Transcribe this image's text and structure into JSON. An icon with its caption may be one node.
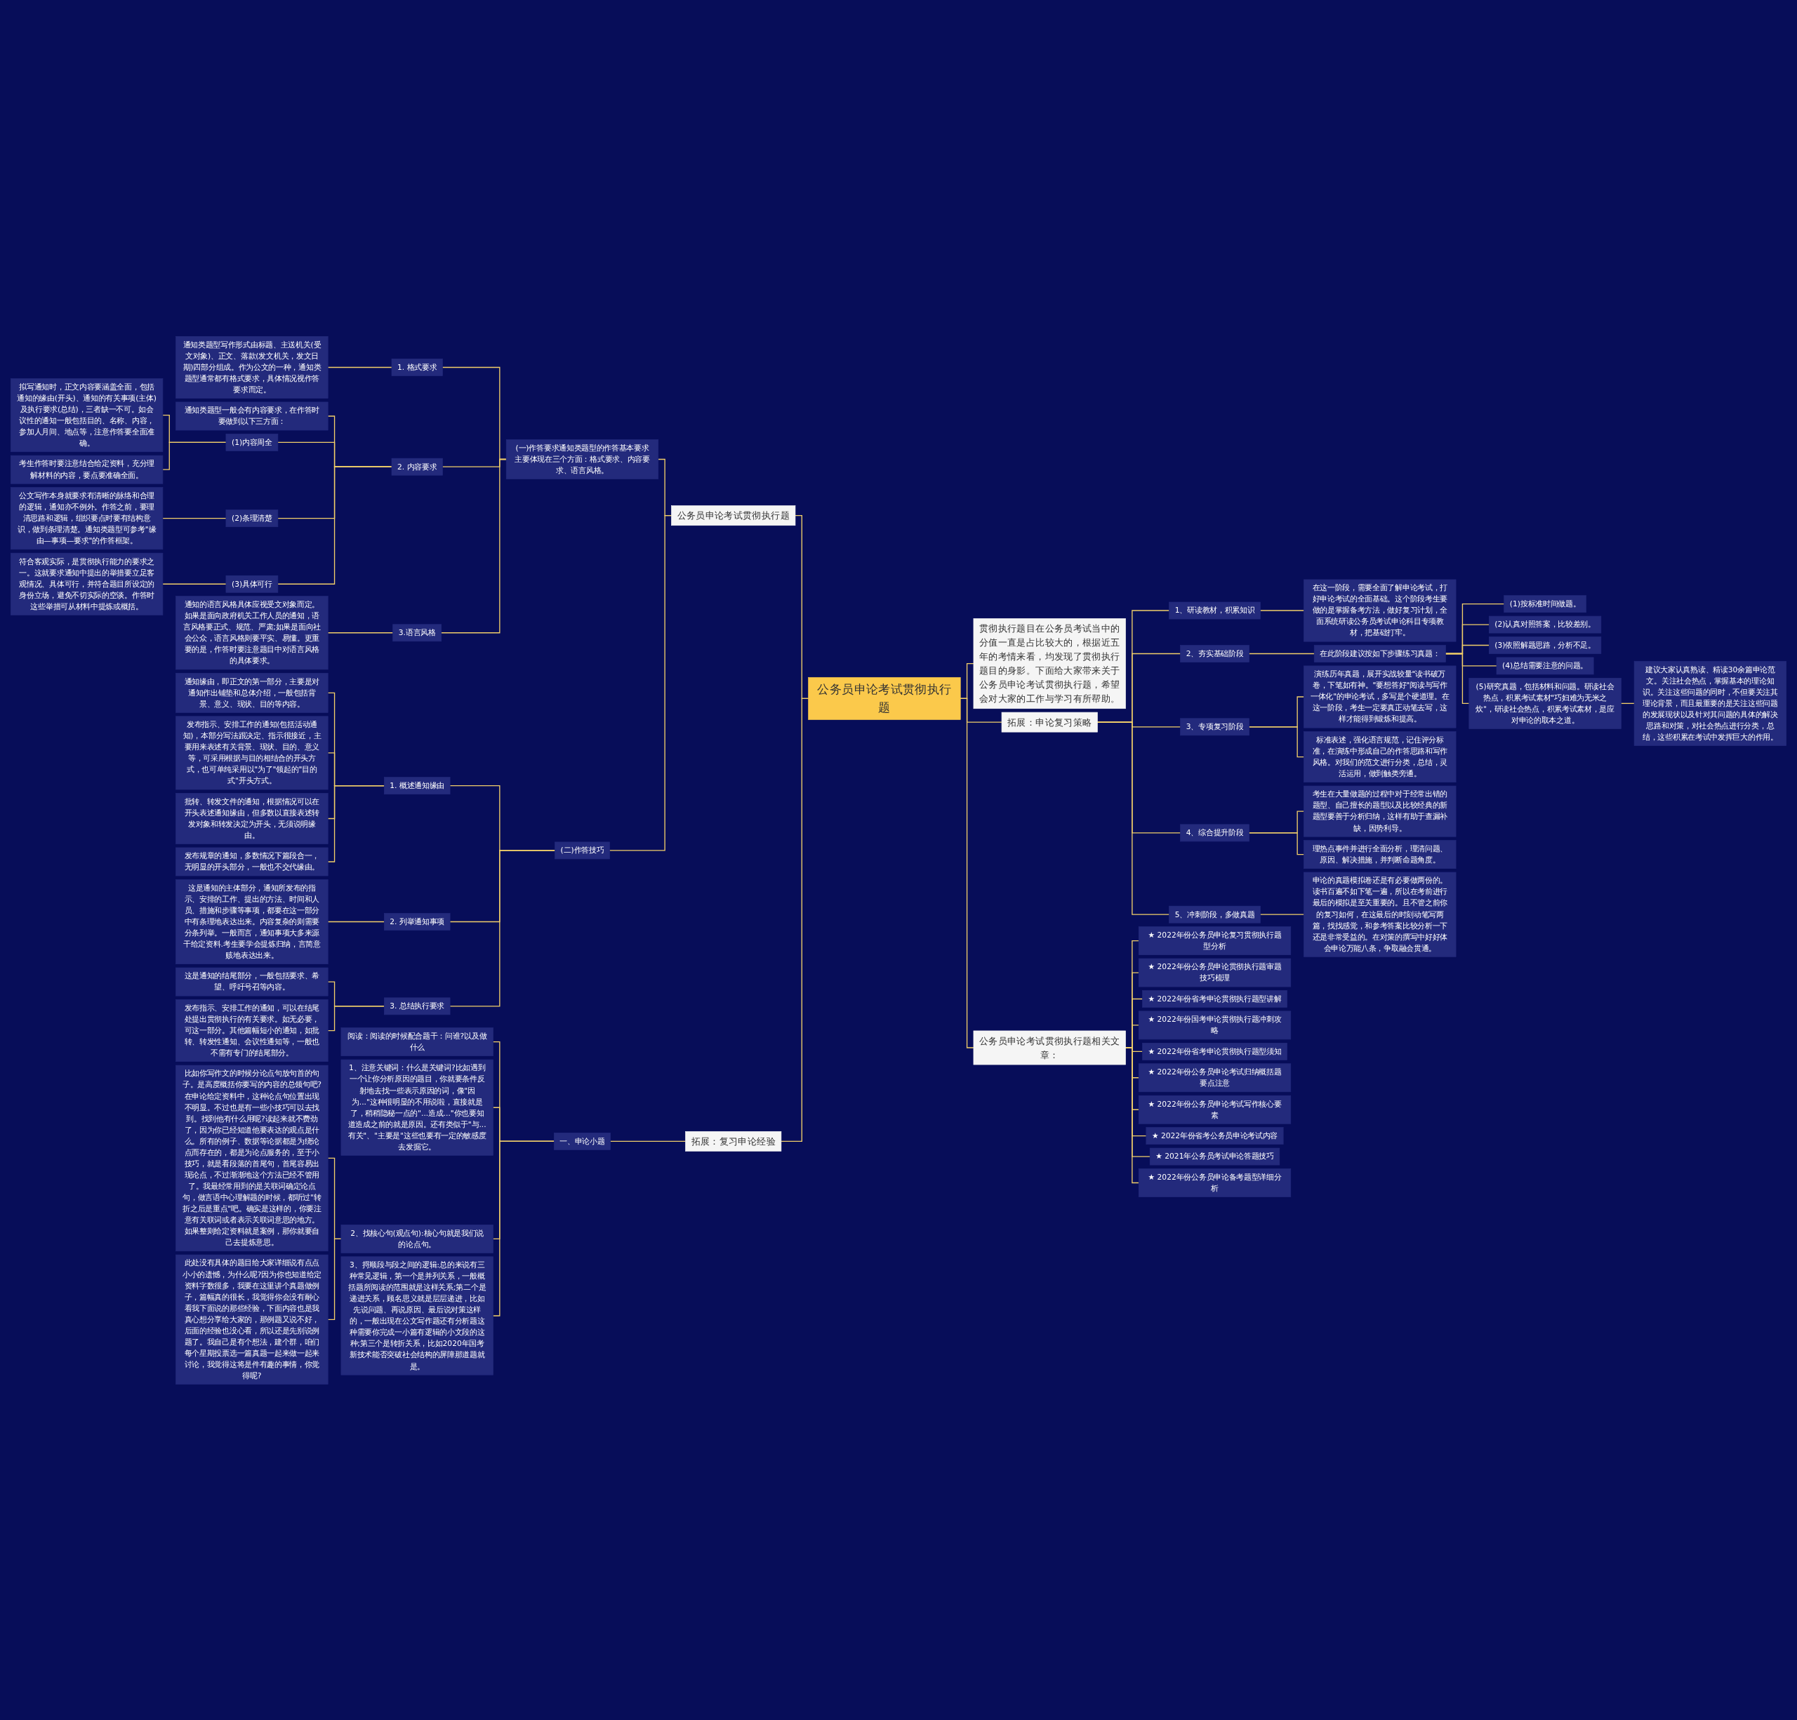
{
  "diagram": {
    "nodes": [
      {
        "text": [
          "公务员申论考试贯彻执行题"
        ]
      },
      {
        "text": [
          "公务员申论考试贯彻执行题"
        ]
      },
      {
        "text": [
          "(一)作答要求通知类题型的作答基本要求主要体现在三个方面：格式要求、内容要求、语言风格。"
        ]
      },
      {
        "text": [
          "1. 格式要求"
        ]
      },
      {
        "text": [
          "通知类题型写作形式由标题、主送机关(受文对象)、正文、落款(发文机关，发文日期)四部分组成。作为公文的一种，通知类题型通常都有格式要求，具体情况视作答要求而定。"
        ]
      },
      {
        "text": [
          "2. 内容要求"
        ]
      },
      {
        "text": [
          "通知类题型一般会有内容要求，在作答时要做到以下三方面："
        ]
      },
      {
        "text": [
          "(1)内容周全"
        ]
      },
      {
        "text": [
          "拟写通知时，正文内容要涵盖全面，包括通知的缘由(开头)、通知的有关事项(主体)及执行要求(总结)，三者缺一不可。如会议性的通知一般包括目的、名称、内容，参加人月间、地点等，注意作答要全面准确。"
        ]
      },
      {
        "text": [
          "考生作答时要注意结合给定资料，充分理解材料的内容，要点要准确全面。"
        ]
      },
      {
        "text": [
          "(2)条理清楚"
        ]
      },
      {
        "text": [
          "公文写作本身就要求有清晰的脉络和合理的逻辑，通知亦不例外。作答之前，要理清思路和逻辑，组织要点时要有结构意识，做到条理清楚。通知类题型可参考\"缘由—事项—要求\"的作答框架。"
        ]
      },
      {
        "text": [
          "(3)具体可行"
        ]
      },
      {
        "text": [
          "符合客观实际，是贯彻执行能力的要求之一。这就要求通知中提出的举措要立足客观情况、具体可行，并符合题目所设定的身份立场，避免不切实际的空谈。作答时这些举措可从材料中提炼或概括。"
        ]
      },
      {
        "text": [
          "3.语言风格"
        ]
      },
      {
        "text": [
          "通知的语言风格具体应视受文对象而定。如果是面向政府机关工作人员的通知，语言风格要正式、规范、严肃;如果是面向社会公众，语言风格则要平实、易懂。更重要的是，作答时要注意题目中对语言风格的具体要求。"
        ]
      },
      {
        "text": [
          "(二)作答技巧"
        ]
      },
      {
        "text": [
          "1. 概述通知缘由"
        ]
      },
      {
        "text": [
          "通知缘由，即正文的第一部分，主要是对通知作出铺垫和总体介绍，一般包括背景、意义、现状、目的等内容。"
        ]
      },
      {
        "text": [
          "发布指示、安排工作的通知(包括活动通知)，本部分写法跟决定、指示很接近，主要用来表述有关背景、现状、目的、意义等，可采用根据与目的相结合的开头方式，也可单纯采用以\"为了\"领起的\"目的式\"开头方式。"
        ]
      },
      {
        "text": [
          "批转、转发文件的通知，根据情况可以在开头表述通知缘由，但多数以直接表述转发对象和转发决定为开头，无须说明缘由。"
        ]
      },
      {
        "text": [
          "发布规章的通知，多数情况下篇段合一，无明显的开头部分，一般也不交代缘由。"
        ]
      },
      {
        "text": [
          "2. 列举通知事项"
        ]
      },
      {
        "text": [
          "这是通知的主体部分，通知所发布的指示、安排的工作、提出的方法、时间和人员、措施和步骤等事项，都要在这一部分中有条理地表达出来。内容复杂的则需要分条列举。一般而言，通知事项大多来源干给定资料.考生要学会提炼归纳，言简意赅地表达出来。"
        ]
      },
      {
        "text": [
          "3. 总结执行要求"
        ]
      },
      {
        "text": [
          "这是通知的结尾部分，一般包括要求、希望、呼吁号召等内容。"
        ]
      },
      {
        "text": [
          "发布指示、安排工作的通知，可以在结尾处提出贯彻执行的有关要求。如无必要，可这一部分。其他篇幅短小的通知，如批转、转发性通知、会议性通知等，一般也不需有专门的结尾部分。"
        ]
      },
      {
        "text": [
          "拓展：复习申论经验"
        ]
      },
      {
        "text": [
          "一、申论小题"
        ]
      },
      {
        "text": [
          "阅读：阅读的时候配合题干：问谁?以及做什么"
        ]
      },
      {
        "text": [
          "1、注意关键词：什么是关键词?比如遇到一个让你分析原因的题目，你就要条件反射地去找一些表示原因的词，像\"因为...\"这种很明显的不用说啦，直接就是了，稍稍隐秘一点的\"...造成...\"你也要知道造成之前的就是原因。还有类似于\"与...有关\"、\"主要是\"这些也要有一定的敏感度去发掘它。"
        ]
      },
      {
        "text": [
          "2、找核心句(观点句):核心句就是我们说的论点句。"
        ]
      },
      {
        "text": [
          "比如你写作文的时候分论点句放句首的句子。是高度概括你要写的内容的总领句吧?在申论给定资料中，这种论点句位置出现不明显。不过也是有一些小技巧可以去找到。找到他有什么用呢?读起来就不费劲了，因为你已经知道他要表达的观点是什么。所有的例子、数据等论据都是为绕论点而存在的，都是为论点服务的，至于小技巧，就是看段落的首尾句，首尾容易出现论点，不过渐渐地这个方法已经不管用了。我最经常用到的是关联词确定论点句，做言语中心理解题的时候，都听过\"转折之后是重点\"吧。确实是这样的，你要注意有关联词或者表示关联词意思的地方。如果整则给定资料就是案例，那你就要自己去提炼意思。"
        ]
      },
      {
        "text": [
          "此处没有具体的题目给大家详细说有点点小小的遗憾，为什么呢?因为你也知道给定资料字数很多，我要在这里讲个真题做例子，篇幅真的很长，我觉得你会没有耐心看我下面说的那些经验，下面内容也是我真心想分享给大家的，那例题又说不好，后面的经验也没心看，所以还是先别说例题了。我自己是有个想法，建个群，咱们每个星期投票选一篇真题一起来做一起来讨论，我觉得这将是件有趣的事情，你觉得呢?"
        ]
      },
      {
        "text": [
          "3、捋顺段与段之间的逻辑:总的来说有三种常见逻辑，第一个是并列关系，一般概括题所阅读的范围就是这样关系;第二个是递进关系，顾名思义就是层层递进，比如先说问题、再说原因、最后说对策这样的，一般出现在公文写作题还有分析题这种需要你完成一小篇有逻辑的小文段的这种;第三个是转折关系，比如2020年国考新技术能否突破社会结构的屏障那道题就是。"
        ]
      },
      {
        "text": [
          "贯彻执行题目在公务员考试当中的分值一直是占比较大的，根据近五年的考情来看，均发现了贯彻执行题目的身影。下面给大家带来关于公务员申论考试贯彻执行题，希望会对大家的工作与学习有所帮助。"
        ]
      },
      {
        "text": [
          "拓展：申论复习策略"
        ]
      },
      {
        "text": [
          "1、研读教材，积累知识"
        ]
      },
      {
        "text": [
          "在这一阶段，需要全面了解申论考试，打好申论考试的全面基础。这个阶段考生要做的是掌握备考方法，做好复习计划，全面系统研读公务员考试申论科目专项教材，把基础打牢。"
        ]
      },
      {
        "text": [
          "2、夯实基础阶段"
        ]
      },
      {
        "text": [
          "在此阶段建议按如下步骤练习真题："
        ]
      },
      {
        "text": [
          "(1)按标准时间做题。"
        ]
      },
      {
        "text": [
          "(2)认真对照答案，比较差别。"
        ]
      },
      {
        "text": [
          "(3)依照解题思路，分析不足。"
        ]
      },
      {
        "text": [
          "(4)总结需要注意的问题。"
        ]
      },
      {
        "text": [
          "(5)研究真题，包括材料和问题。研读社会热点，积累考试素材\"巧妇难为无米之炊\"，研读社会热点，积累考试素材，是应对申论的取本之道。"
        ]
      },
      {
        "text": [
          "建议大家认真熟读、精读30余篇申论范文。关注社会热点，掌握基本的理论知识。关注这些问题的同时，不但要关注其理论背景，而且最重要的是关注这些问题的发展现状以及针对其问题的具体的解决思路和对策，对社会热点进行分类，总结，这些积累在考试中发挥巨大的作用。"
        ]
      },
      {
        "text": [
          "3、专项复习阶段"
        ]
      },
      {
        "text": [
          "演练历年真题，展开实战较量\"读书破万卷，下笔如有神。\"要想答好\"阅读与写作一体化\"的申论考试，多写是个硬道理。在这一阶段，考生一定要真正动笔去写，这样才能得到锻炼和提高。"
        ]
      },
      {
        "text": [
          "标准表述，强化语言规范，记住评分标准，在演练中形成自己的作答思路和写作风格。对我们的范文进行分类，总结，灵活运用，做到触类旁通。"
        ]
      },
      {
        "text": [
          "4、综合提升阶段"
        ]
      },
      {
        "text": [
          "考生在大量做题的过程中对于经常出错的题型、自己擅长的题型以及比较经典的新题型要善于分析归纳，这样有助于查漏补缺，因势利导。"
        ]
      },
      {
        "text": [
          "理热点事件并进行全面分析，理清问题、原因、解决措施，并判断命题角度。"
        ]
      },
      {
        "text": [
          "5、冲刺阶段，多做真题"
        ]
      },
      {
        "text": [
          "申论的真题模拟卷还是有必要做两份的。读书百遍不如下笔一遍，所以在考前进行最后的模拟是至关重要的。且不管之前你的复习如何，在这最后的时刻动笔写两篇，找找感觉，和参考答案比较分析一下还是非常受益的。在对策的撰写中好好体会申论万能八条，争取融会贯通。"
        ]
      },
      {
        "text": [
          "公务员申论考试贯彻执行题相关文章："
        ]
      },
      {
        "text": [
          "★ 2022年份公务员申论复习贯彻执行题型分析"
        ]
      },
      {
        "text": [
          "★ 2022年份公务员申论贯彻执行题审题技巧梳理"
        ]
      },
      {
        "text": [
          "★ 2022年份省考申论贯彻执行题型讲解"
        ]
      },
      {
        "text": [
          "★ 2022年份国考申论贯彻执行题冲刺攻略"
        ]
      },
      {
        "text": [
          "★ 2022年份省考申论贯彻执行题型须知"
        ]
      },
      {
        "text": [
          "★ 2022年份公务员申论考试归纳概括题要点注意"
        ]
      },
      {
        "text": [
          "★ 2022年份公务员申论考试写作核心要素"
        ]
      },
      {
        "text": [
          "★ 2022年份省考公务员申论考试内容"
        ]
      },
      {
        "text": [
          "★ 2021年公务员考试申论答题技巧"
        ]
      },
      {
        "text": [
          "★ 2022年份公务员申论备考题型详细分析"
        ]
      }
    ],
    "edges": [
      {
        "from": 1,
        "to": 0,
        "arrow": "none"
      },
      {
        "from": 2,
        "to": 1,
        "arrow": "none"
      },
      {
        "from": 3,
        "to": 2,
        "arrow": "none"
      },
      {
        "from": 4,
        "to": 3,
        "arrow": "none"
      },
      {
        "from": 5,
        "to": 2,
        "arrow": "none"
      },
      {
        "from": 6,
        "to": 5,
        "arrow": "none"
      },
      {
        "from": 7,
        "to": 5,
        "arrow": "none"
      },
      {
        "from": 8,
        "to": 7,
        "arrow": "none"
      },
      {
        "from": 9,
        "to": 7,
        "arrow": "none"
      },
      {
        "from": 10,
        "to": 5,
        "arrow": "none"
      },
      {
        "from": 11,
        "to": 10,
        "arrow": "none"
      },
      {
        "from": 12,
        "to": 5,
        "arrow": "none"
      },
      {
        "from": 13,
        "to": 12,
        "arrow": "none"
      },
      {
        "from": 14,
        "to": 2,
        "arrow": "none"
      },
      {
        "from": 15,
        "to": 14,
        "arrow": "none"
      },
      {
        "from": 16,
        "to": 1,
        "arrow": "none"
      },
      {
        "from": 17,
        "to": 16,
        "arrow": "none"
      },
      {
        "from": 18,
        "to": 17,
        "arrow": "none"
      },
      {
        "from": 19,
        "to": 17,
        "arrow": "none"
      },
      {
        "from": 20,
        "to": 17,
        "arrow": "none"
      },
      {
        "from": 21,
        "to": 17,
        "arrow": "none"
      },
      {
        "from": 22,
        "to": 16,
        "arrow": "none"
      },
      {
        "from": 23,
        "to": 22,
        "arrow": "none"
      },
      {
        "from": 24,
        "to": 16,
        "arrow": "none"
      },
      {
        "from": 25,
        "to": 24,
        "arrow": "none"
      },
      {
        "from": 26,
        "to": 24,
        "arrow": "none"
      },
      {
        "from": 27,
        "to": 0,
        "arrow": "none"
      },
      {
        "from": 28,
        "to": 27,
        "arrow": "none"
      },
      {
        "from": 29,
        "to": 28,
        "arrow": "none"
      },
      {
        "from": 30,
        "to": 28,
        "arrow": "none"
      },
      {
        "from": 31,
        "to": 28,
        "arrow": "none"
      },
      {
        "from": 32,
        "to": 31,
        "arrow": "none"
      },
      {
        "from": 33,
        "to": 31,
        "arrow": "none"
      },
      {
        "from": 34,
        "to": 28,
        "arrow": "none"
      },
      {
        "from": 0,
        "to": 35,
        "arrow": "none"
      },
      {
        "from": 0,
        "to": 36,
        "arrow": "none"
      },
      {
        "from": 36,
        "to": 37,
        "arrow": "none"
      },
      {
        "from": 37,
        "to": 38,
        "arrow": "none"
      },
      {
        "from": 36,
        "to": 39,
        "arrow": "none"
      },
      {
        "from": 39,
        "to": 40,
        "arrow": "none"
      },
      {
        "from": 40,
        "to": 41,
        "arrow": "none"
      },
      {
        "from": 40,
        "to": 42,
        "arrow": "none"
      },
      {
        "from": 40,
        "to": 43,
        "arrow": "none"
      },
      {
        "from": 40,
        "to": 44,
        "arrow": "none"
      },
      {
        "from": 40,
        "to": 45,
        "arrow": "none"
      },
      {
        "from": 45,
        "to": 46,
        "arrow": "none"
      },
      {
        "from": 36,
        "to": 47,
        "arrow": "none"
      },
      {
        "from": 47,
        "to": 48,
        "arrow": "none"
      },
      {
        "from": 47,
        "to": 49,
        "arrow": "none"
      },
      {
        "from": 36,
        "to": 50,
        "arrow": "none"
      },
      {
        "from": 50,
        "to": 51,
        "arrow": "none"
      },
      {
        "from": 50,
        "to": 52,
        "arrow": "none"
      },
      {
        "from": 36,
        "to": 53,
        "arrow": "none"
      },
      {
        "from": 53,
        "to": 54,
        "arrow": "none"
      },
      {
        "from": 0,
        "to": 55,
        "arrow": "none"
      },
      {
        "from": 55,
        "to": 56,
        "arrow": "none"
      },
      {
        "from": 55,
        "to": 57,
        "arrow": "none"
      },
      {
        "from": 55,
        "to": 58,
        "arrow": "none"
      },
      {
        "from": 55,
        "to": 59,
        "arrow": "none"
      },
      {
        "from": 55,
        "to": 60,
        "arrow": "none"
      },
      {
        "from": 55,
        "to": 61,
        "arrow": "none"
      },
      {
        "from": 55,
        "to": 62,
        "arrow": "none"
      },
      {
        "from": 55,
        "to": 63,
        "arrow": "none"
      },
      {
        "from": 55,
        "to": 64,
        "arrow": "none"
      },
      {
        "from": 55,
        "to": 65,
        "arrow": "none"
      }
    ]
  }
}
